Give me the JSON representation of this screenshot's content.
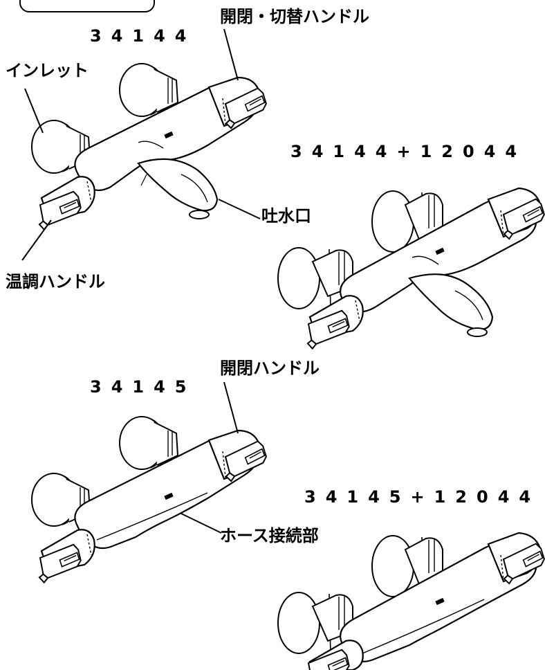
{
  "models": {
    "m1": "34144",
    "m2": "34144+12044",
    "m3": "34145",
    "m4": "34145+12044"
  },
  "labels": {
    "switch_handle": "開閉・切替ハンドル",
    "inlet": "インレット",
    "spout": "吐水口",
    "temp_handle": "温調ハンドル",
    "open_close_handle": "開閉ハンドル",
    "hose_connection": "ホース接続部"
  }
}
